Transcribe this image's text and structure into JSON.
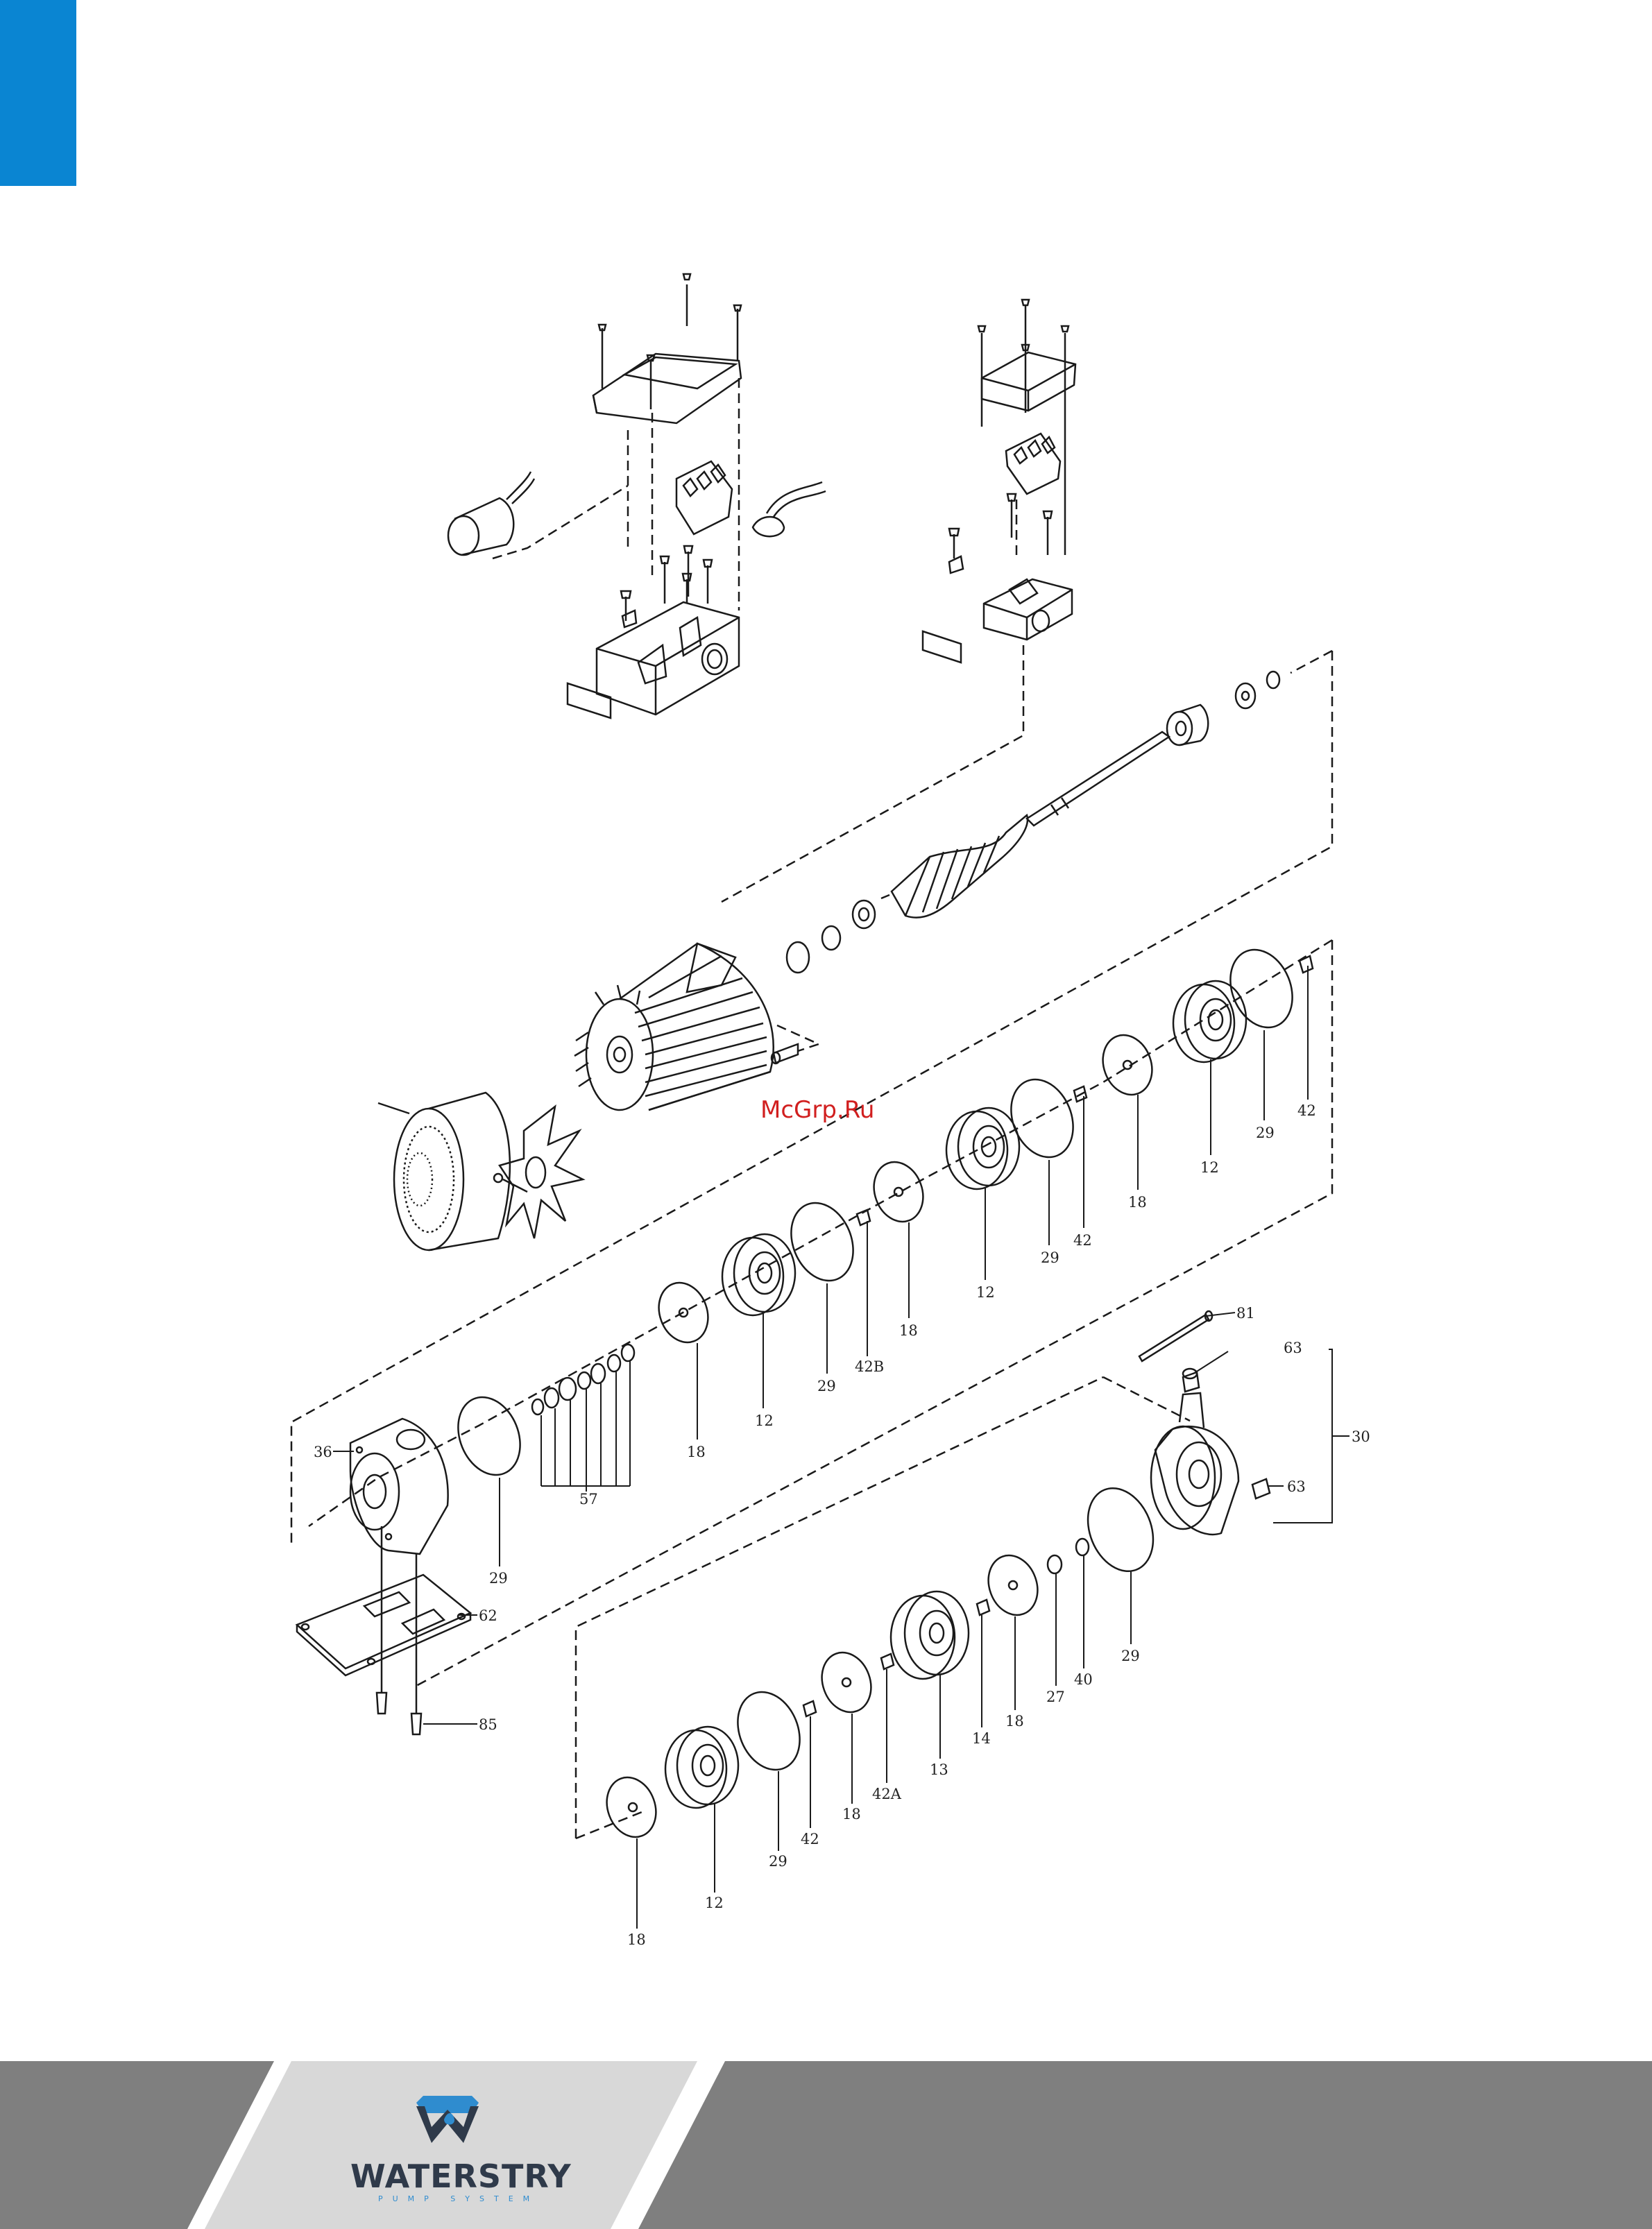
{
  "watermark": "McGrp.Ru",
  "brand": {
    "name": "WATERSTRY",
    "tagline": "PUMP SYSTEM"
  },
  "colors": {
    "accent_tab": "#0a85d2",
    "footer_dark": "#7f7f7f",
    "footer_light": "#d8d8d8",
    "logo_blue": "#2f8ccf",
    "logo_dark": "#2f3a4a"
  },
  "labels": {
    "p81": "81",
    "p63a": "63",
    "p63b": "63",
    "p30": "30",
    "p36": "36",
    "p57": "57",
    "p62": "62",
    "p85": "85",
    "p29_1": "29",
    "p29_2": "29",
    "p29_3": "29",
    "p29_4": "29",
    "p29_5": "29",
    "p29_6": "29",
    "p18_1": "18",
    "p18_2": "18",
    "p18_3": "18",
    "p18_4": "18",
    "p18_5": "18",
    "p18_6": "18",
    "p12_1": "12",
    "p12_2": "12",
    "p12_3": "12",
    "p12_4": "12",
    "p42_1": "42",
    "p42_2": "42",
    "p42_3": "42",
    "p42B": "42B",
    "p42A": "42A",
    "p13": "13",
    "p14": "14",
    "p27": "27",
    "p40": "40"
  }
}
